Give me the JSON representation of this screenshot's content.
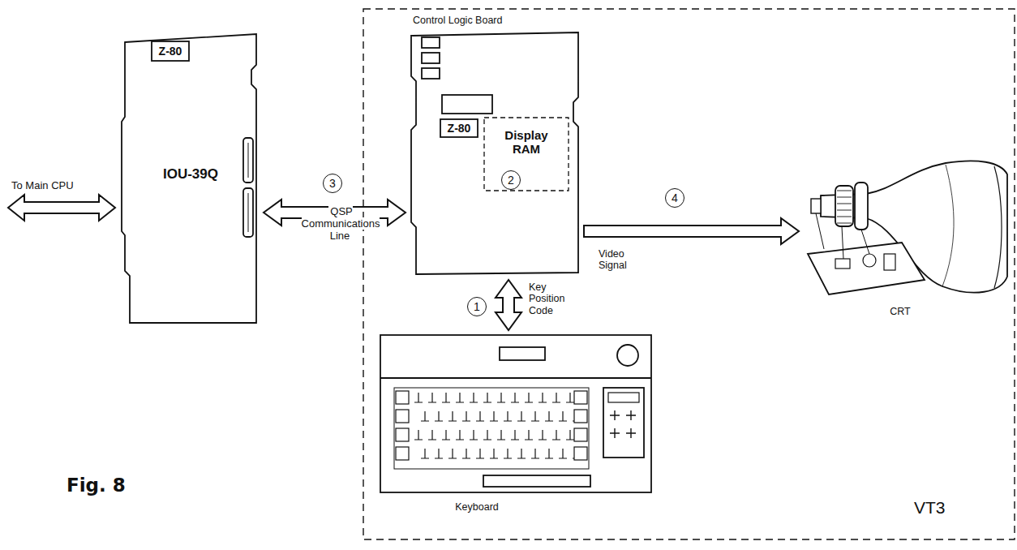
{
  "diagram": {
    "nodes": [
      {
        "text": [
          "IOU-39Q"
        ]
      },
      {
        "text": [
          "Z-80"
        ],
        "in": 0
      },
      {
        "text": [
          "VT3"
        ]
      },
      {
        "text": [
          "Control Logic Board"
        ],
        "in": 2
      },
      {
        "text": [
          "Z-80"
        ],
        "in": 3
      },
      {
        "text": [
          "Display RAM"
        ],
        "in": 3
      },
      {
        "text": [
          "Keyboard"
        ],
        "in": 2
      },
      {
        "text": [
          "CRT"
        ],
        "in": 2
      }
    ],
    "edges": [
      {
        "from": 0,
        "to": 3,
        "label": "QSP Communications Line",
        "arrow": "both"
      },
      {
        "from": 3,
        "to": 6,
        "label": "Key Position Code",
        "arrow": "both"
      },
      {
        "from": 3,
        "to": 7,
        "label": "Video Signal",
        "arrow": "to"
      }
    ],
    "labels": [
      "To Main CPU",
      "3",
      "2",
      "1",
      "4",
      "Fig. 8"
    ]
  }
}
